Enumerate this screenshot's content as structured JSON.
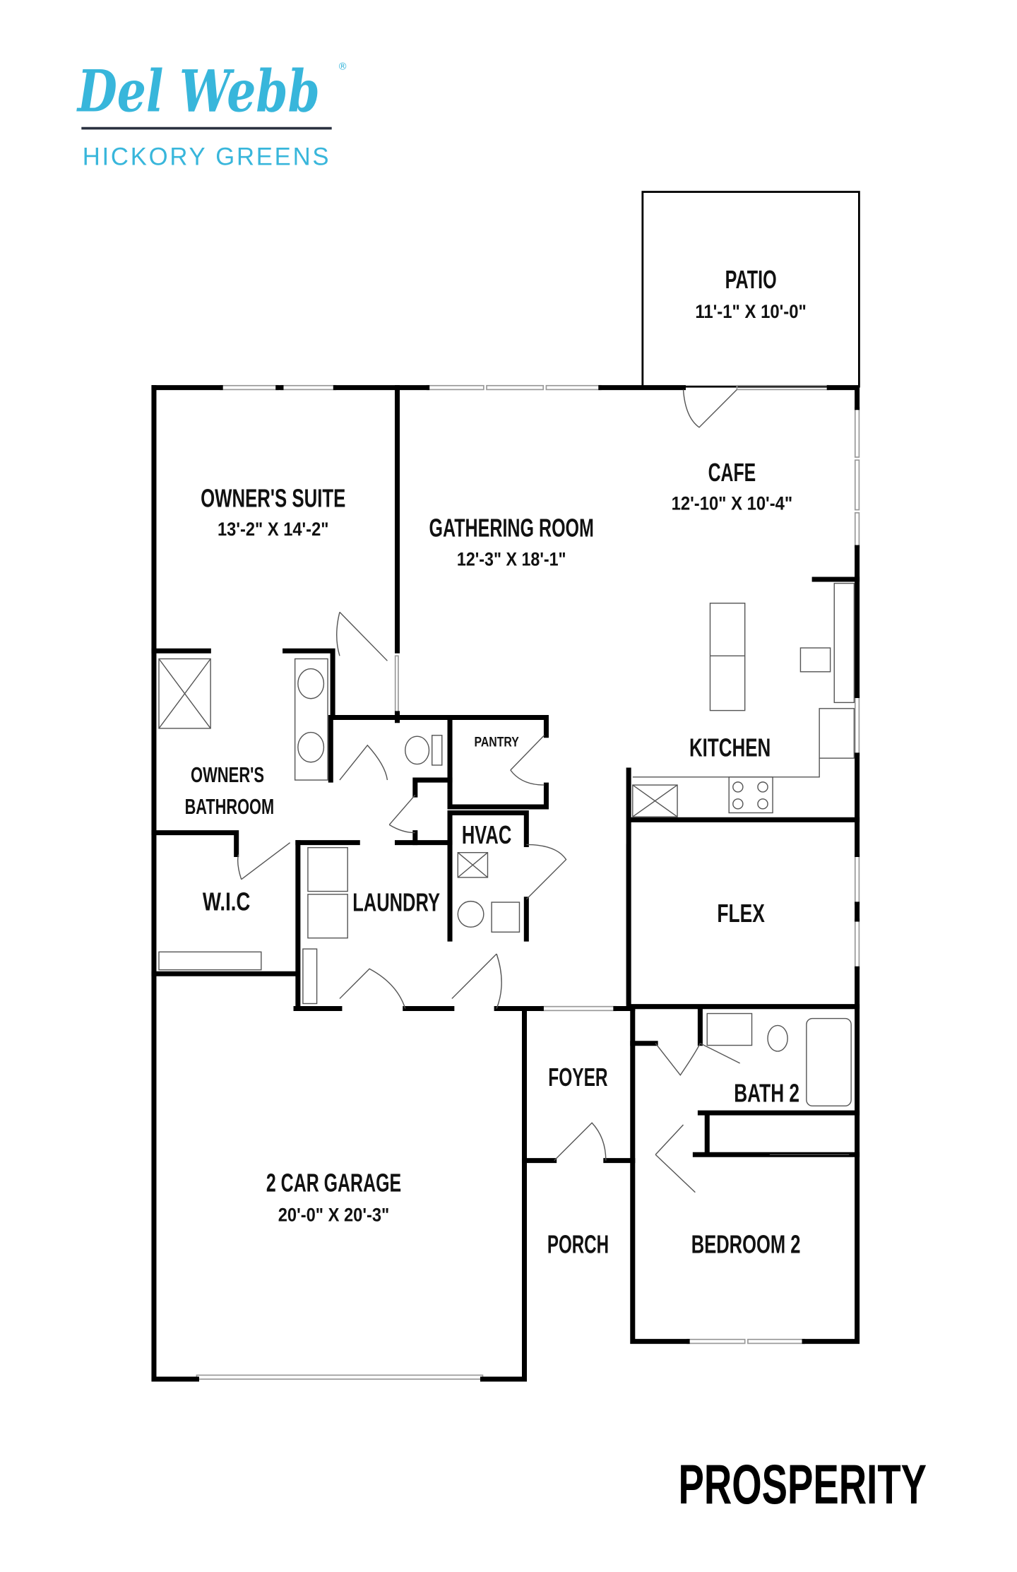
{
  "logo": {
    "brand": "Del Webb",
    "registered": "®",
    "community": "HICKORY GREENS",
    "color": "#38b6db"
  },
  "plan_name": "PROSPERITY",
  "rooms": {
    "patio": {
      "name": "PATIO",
      "dims": "11'-1\" X 10'-0\""
    },
    "owners_suite": {
      "name": "OWNER'S SUITE",
      "dims": "13'-2\" X 14'-2\""
    },
    "gathering_room": {
      "name": "GATHERING ROOM",
      "dims": "12'-3\" X 18'-1\""
    },
    "cafe": {
      "name": "CAFE",
      "dims": "12'-10\" X 10'-4\""
    },
    "kitchen": {
      "name": "KITCHEN"
    },
    "pantry": {
      "name": "PANTRY"
    },
    "hvac": {
      "name": "HVAC"
    },
    "owners_bathroom": {
      "line1": "OWNER'S",
      "line2": "BATHROOM"
    },
    "wic": {
      "name": "W.I.C"
    },
    "laundry": {
      "name": "LAUNDRY"
    },
    "flex": {
      "name": "FLEX"
    },
    "foyer": {
      "name": "FOYER"
    },
    "bath2": {
      "name": "BATH 2"
    },
    "porch": {
      "name": "PORCH"
    },
    "bedroom2": {
      "name": "BEDROOM 2"
    },
    "garage": {
      "name": "2 CAR GARAGE",
      "dims": "20'-0\" X 20'-3\""
    }
  }
}
